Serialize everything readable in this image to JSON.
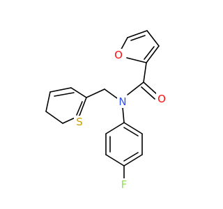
{
  "molecule": {
    "atoms": [
      {
        "id": "O_furan",
        "symbol": "O",
        "color": "#ff0d0d"
      },
      {
        "id": "O_carbonyl",
        "symbol": "O",
        "color": "#ff0d0d"
      },
      {
        "id": "N_amide",
        "symbol": "N",
        "color": "#3050f8"
      },
      {
        "id": "S_thiophene",
        "symbol": "S",
        "color": "#c8a000"
      },
      {
        "id": "F_aryl",
        "symbol": "F",
        "color": "#90e050"
      }
    ]
  }
}
